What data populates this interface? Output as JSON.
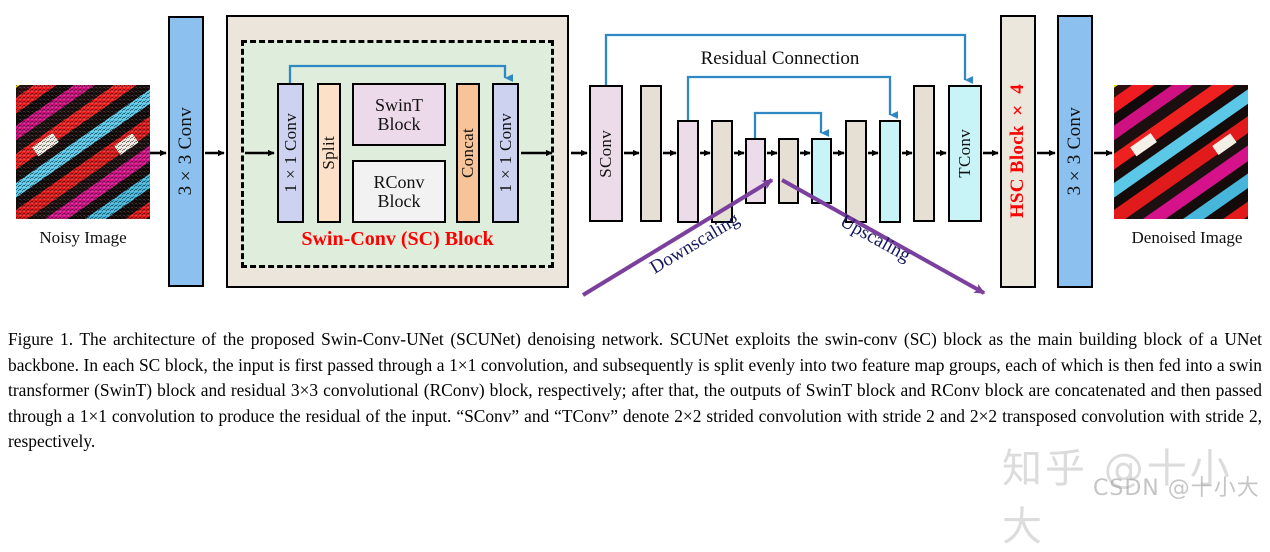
{
  "figure": {
    "label": "Figure 1.",
    "caption": "Figure 1. The architecture of the proposed Swin-Conv-UNet (SCUNet) denoising network. SCUNet exploits the swin-conv (SC) block as the main building block of a UNet backbone. In each SC block, the input is first passed through a 1×1 convolution, and subsequently is split evenly into two feature map groups, each of which is then fed into a swin transformer (SwinT) block and residual 3×3 convolutional (RConv) block, respectively; after that, the outputs of SwinT block and RConv block are concatenated and then passed through a 1×1 convolution to produce the residual of the input. “SConv” and “TConv” denote 2×2 strided convolution with stride 2 and 2×2 transposed convolution with stride 2, respectively."
  },
  "diagram": {
    "input_image_label": "Noisy Image",
    "output_image_label": "Denoised Image",
    "head_conv_label": "3×3 Conv",
    "tail_conv_label": "3×3 Conv",
    "sc_block_title": "Swin-Conv (SC) Block",
    "sc_block_title_color": "#ff0000",
    "sc_inner": {
      "conv_in_label": "1×1 Conv",
      "split_label": "Split",
      "swint_label_line1": "SwinT",
      "swint_label_line2": "Block",
      "rconv_label_line1": "RConv",
      "rconv_label_line2": "Block",
      "concat_label": "Concat",
      "conv_out_label": "1×1 Conv"
    },
    "unet": {
      "sconv_label": "SConv",
      "tconv_label": "TConv",
      "residual_label": "Residual Connection",
      "downscaling_label": "Downscaling",
      "upscaling_label": "Upscaling"
    },
    "hsc_label": "HSC Block × 4",
    "hsc_label_color": "#ff0000",
    "colors": {
      "conv_blue": "#8cc0ee",
      "sc_outer": "#ece5dc",
      "sc_inner_green": "#dfeedc",
      "conv1x1_lavender": "#ccd2ef",
      "split_peach": "#fde0c8",
      "concat_peach": "#f7c49a",
      "swint_pink": "#ecd9ea",
      "rconv_white": "#f2f2f2",
      "sconv_pink": "#ecdcea",
      "beige": "#e5e0d3",
      "cyan": "#c8f4f8",
      "residual_arrow": "#2f87c4",
      "scale_arrow": "#7b3f9d",
      "hsc_bg": "#ece7dc",
      "scale_text": "#15185e"
    }
  },
  "watermark": {
    "line1": "知乎 @十小大",
    "line2": "CSDN @十小大"
  }
}
